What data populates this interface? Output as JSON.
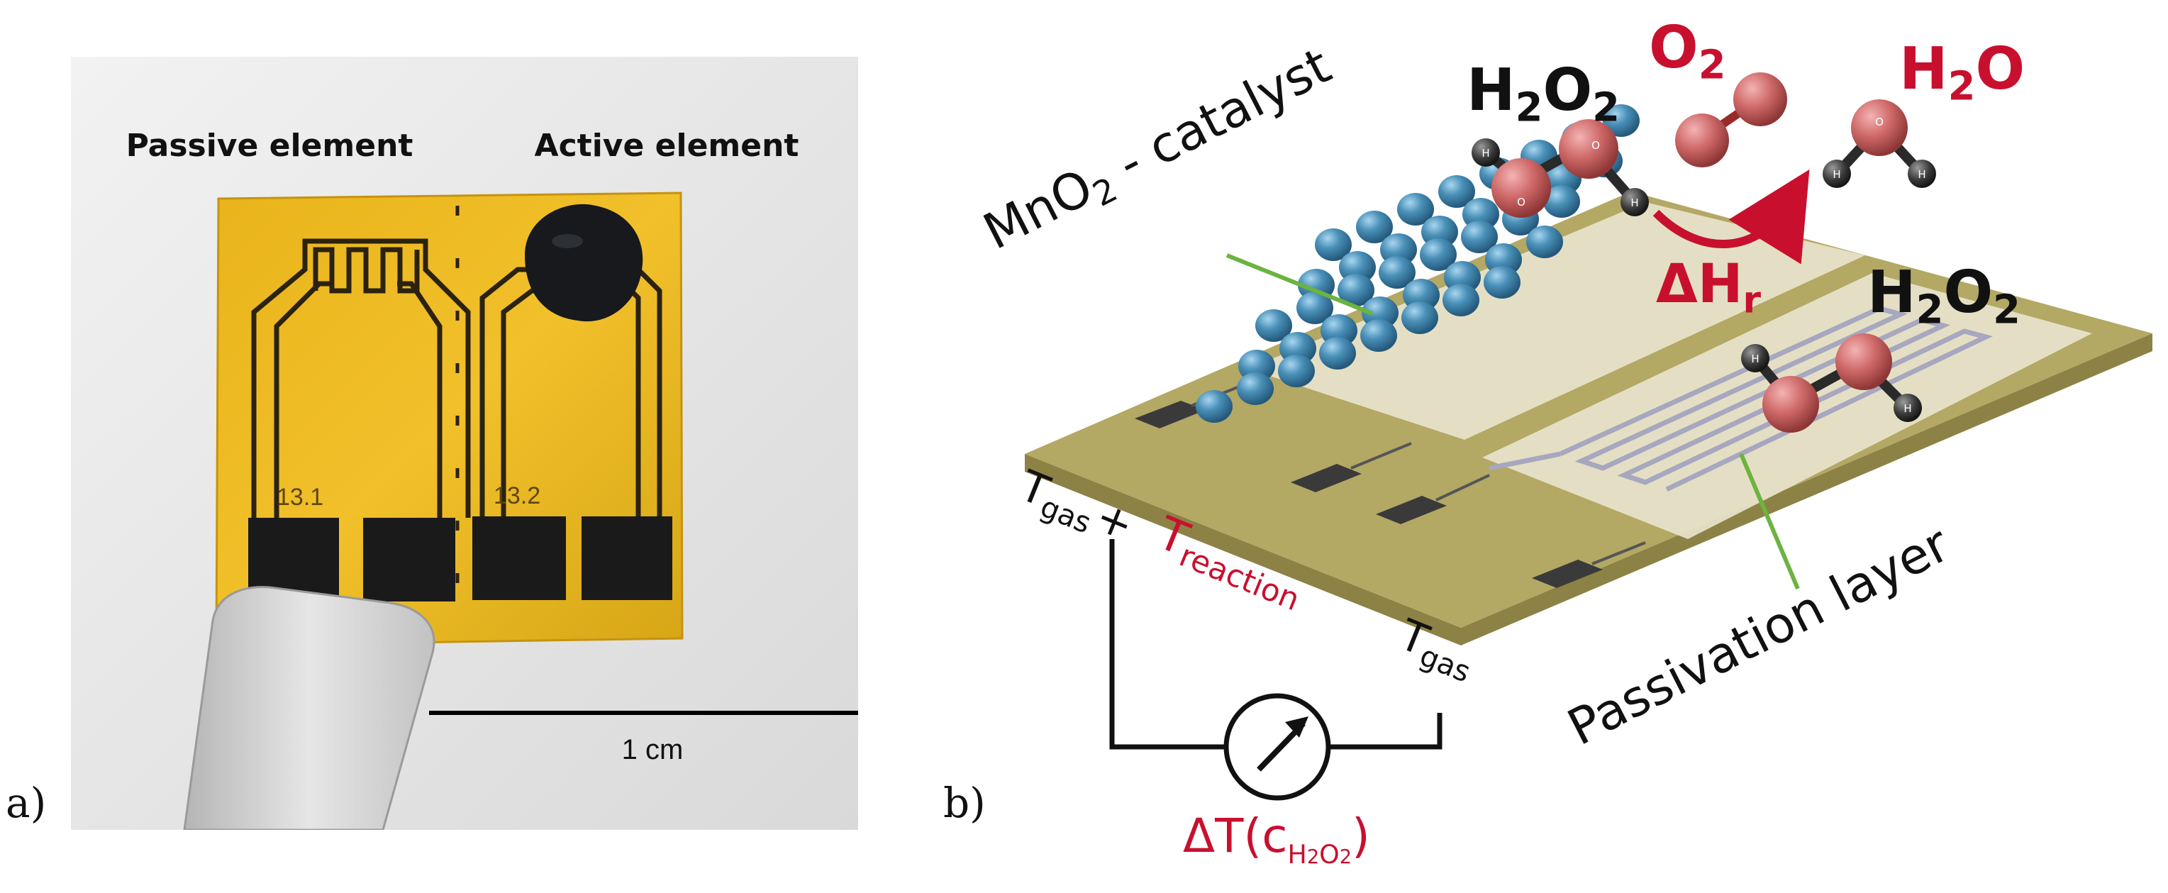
{
  "panel_a": {
    "label": "a)",
    "passive_label": "Passive element",
    "active_label": "Active element",
    "passive_code": "13.1",
    "active_code": "13.2",
    "scale_label": "1 cm"
  },
  "panel_b": {
    "label": "b)",
    "reactant_top": {
      "main": "H",
      "sub1": "2",
      "mid": "O",
      "sub2": "2"
    },
    "reactant_right": {
      "main": "H",
      "sub1": "2",
      "mid": "O",
      "sub2": "2"
    },
    "product_o2": {
      "main": "O",
      "sub": "2"
    },
    "product_h2o": {
      "main": "H",
      "sub": "2",
      "end": "O"
    },
    "enthalpy": {
      "main": "ΔH",
      "sub": "r"
    },
    "catalyst_label": {
      "pre": "MnO",
      "sub": "2",
      "post": " - catalyst"
    },
    "passivation_label": "Passivation layer",
    "t_gas_left": {
      "main": "T",
      "sub": "gas",
      "plus": "+"
    },
    "t_reaction": {
      "main": "T",
      "sub": "reaction"
    },
    "t_gas_right": {
      "main": "T",
      "sub": "gas"
    },
    "delta_t": {
      "pre": "ΔT(c",
      "s1": "H",
      "s2": "2",
      "s3": "O",
      "s4": "2",
      "post": ")"
    },
    "atom_o": "O",
    "atom_h": "H",
    "colors": {
      "red": "#c8102e",
      "board": "#b3a864",
      "catalyst": "#4a90b8",
      "green": "#6cb33f"
    }
  }
}
